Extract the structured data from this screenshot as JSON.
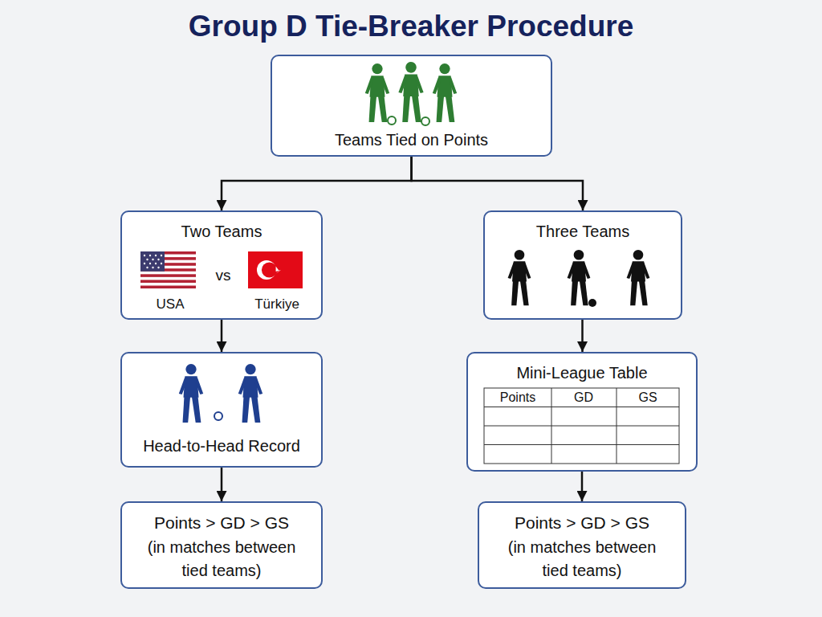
{
  "diagram": {
    "title": "Group D Tie-Breaker Procedure",
    "nodes": [
      {
        "text": [
          "Teams Tied on Points"
        ]
      },
      {
        "text": [
          "Two Teams",
          "USA",
          "vs",
          "Türkiye"
        ]
      },
      {
        "text": [
          "Three Teams"
        ]
      },
      {
        "text": [
          "Head-to-Head Record"
        ]
      },
      {
        "text": [
          "Mini-League Table"
        ]
      },
      {
        "text": [
          "Points > GD > GS",
          "(in matches between tied teams)"
        ]
      },
      {
        "text": [
          "Points > GD > GS",
          "(in matches between tied teams)"
        ]
      }
    ],
    "edges": [
      {
        "from": 0,
        "to": 1,
        "arrow": "to"
      },
      {
        "from": 0,
        "to": 2,
        "arrow": "to"
      },
      {
        "from": 1,
        "to": 3,
        "arrow": "to"
      },
      {
        "from": 2,
        "to": 4,
        "arrow": "to"
      },
      {
        "from": 3,
        "to": 5,
        "arrow": "to"
      },
      {
        "from": 4,
        "to": 6,
        "arrow": "to"
      }
    ],
    "labels": [
      "Points",
      "GD",
      "GS"
    ]
  }
}
